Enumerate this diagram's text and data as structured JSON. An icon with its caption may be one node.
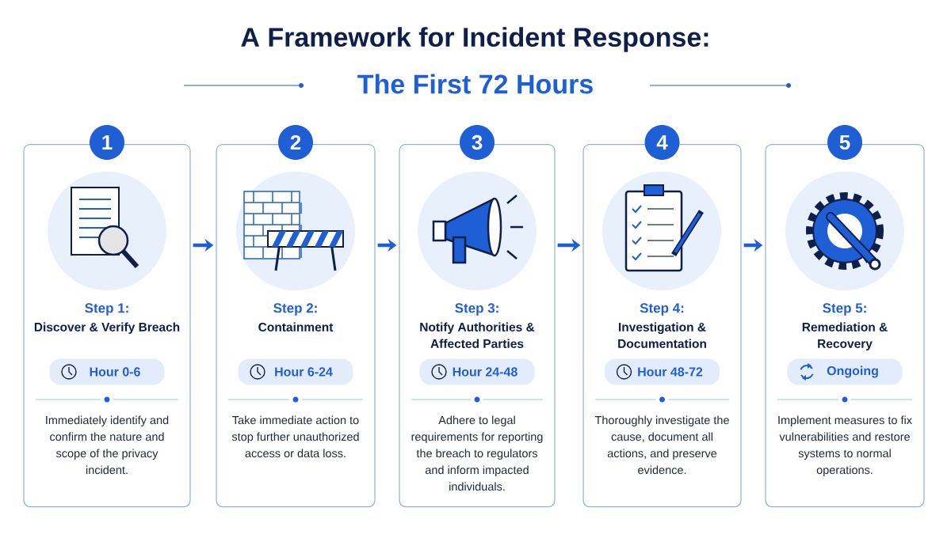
{
  "diagram": {
    "title": "A Framework for Incident Response:",
    "nodes": [
      {
        "text": [
          "1"
        ]
      },
      {
        "text": [
          "Step 1:",
          "Discover & Verify Breach",
          "Immediately identify and confirm the nature and scope of the privacy incident."
        ]
      },
      {
        "text": [
          "Hour 0-6"
        ],
        "in": 1
      },
      {
        "text": [
          "2"
        ]
      },
      {
        "text": [
          "Step 2:",
          "Containment",
          "Take immediate action to stop further unauthorized access or data loss."
        ]
      },
      {
        "text": [
          "Hour 6-24"
        ],
        "in": 4
      },
      {
        "text": [
          "3"
        ]
      },
      {
        "text": [
          "Step 3:",
          "Notify Authorities & Affected Parties",
          "Adhere to legal requirements for reporting the breach to regulators and inform impacted individuals."
        ]
      },
      {
        "text": [
          "Hour 24-48"
        ],
        "in": 7
      },
      {
        "text": [
          "4"
        ]
      },
      {
        "text": [
          "Step 4:",
          "Investigation & Documentation",
          "Thoroughly investigate the cause, document all actions, and preserve evidence."
        ]
      },
      {
        "text": [
          "Hour 48-72"
        ],
        "in": 10
      },
      {
        "text": [
          "5"
        ]
      },
      {
        "text": [
          "Step 5:",
          "Remediation & Recovery",
          "Implement measures to fix vulnerabilities and restore systems to normal operations."
        ]
      },
      {
        "text": [
          "Ongoing"
        ],
        "in": 13
      }
    ],
    "edges": [
      {
        "from": 1,
        "to": 4,
        "arrow": "to"
      },
      {
        "from": 4,
        "to": 7,
        "arrow": "to"
      },
      {
        "from": 7,
        "to": 10,
        "arrow": "to"
      },
      {
        "from": 10,
        "to": 13,
        "arrow": "to"
      }
    ],
    "labels": [
      "The First 72 Hours"
    ]
  }
}
